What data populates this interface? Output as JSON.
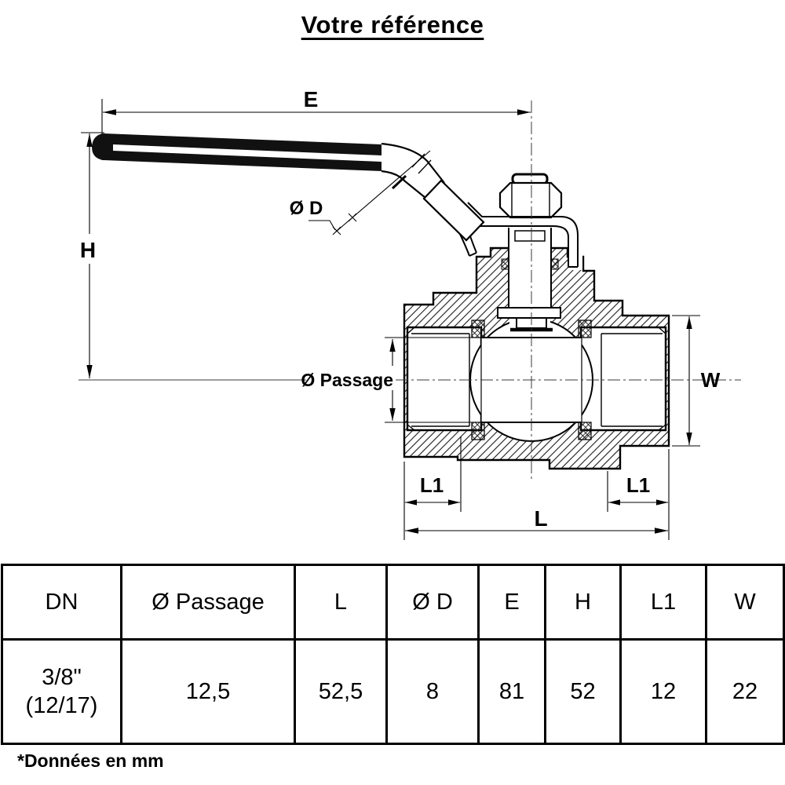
{
  "title": "Votre référence",
  "diagram": {
    "dim_e": "E",
    "dim_h": "H",
    "dim_d": "Ø D",
    "dim_passage": "Ø Passage",
    "dim_w": "W",
    "dim_l1_left": "L1",
    "dim_l1_right": "L1",
    "dim_l": "L",
    "drawing_description": "Cross-section of a quarter-turn ball valve with lever handle",
    "line_color": "#000000",
    "handle_color": "#111111"
  },
  "table": {
    "headers": [
      "DN",
      "Ø Passage",
      "L",
      "Ø D",
      "E",
      "H",
      "L1",
      "W"
    ],
    "row": {
      "dn_line1": "3/8\"",
      "dn_line2": "(12/17)",
      "values": [
        "12,5",
        "52,5",
        "8",
        "81",
        "52",
        "12",
        "22"
      ]
    }
  },
  "footnote": "*Données en mm"
}
